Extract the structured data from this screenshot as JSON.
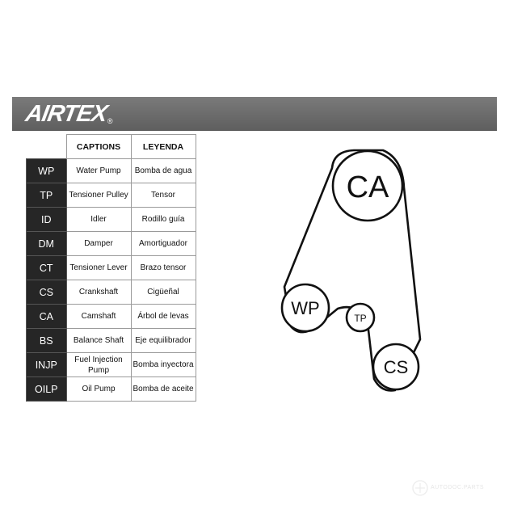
{
  "brand": {
    "name": "AIRTEX",
    "registered": "®"
  },
  "table": {
    "headers": {
      "captions": "CAPTIONS",
      "leyenda": "LEYENDA"
    },
    "rows": [
      {
        "code": "WP",
        "caption": "Water Pump",
        "leyenda": "Bomba de agua"
      },
      {
        "code": "TP",
        "caption": "Tensioner Pulley",
        "leyenda": "Tensor"
      },
      {
        "code": "ID",
        "caption": "Idler",
        "leyenda": "Rodillo guía"
      },
      {
        "code": "DM",
        "caption": "Damper",
        "leyenda": "Amortiguador"
      },
      {
        "code": "CT",
        "caption": "Tensioner Lever",
        "leyenda": "Brazo tensor"
      },
      {
        "code": "CS",
        "caption": "Crankshaft",
        "leyenda": "Cigüeñal"
      },
      {
        "code": "CA",
        "caption": "Camshaft",
        "leyenda": "Árbol de levas"
      },
      {
        "code": "BS",
        "caption": "Balance Shaft",
        "leyenda": "Eje equilibrador"
      },
      {
        "code": "INJP",
        "caption": "Fuel Injection Pump",
        "leyenda": "Bomba inyectora"
      },
      {
        "code": "OILP",
        "caption": "Oil Pump",
        "leyenda": "Bomba de aceite"
      }
    ]
  },
  "diagram": {
    "pulleys": {
      "ca": "CA",
      "wp": "WP",
      "tp": "TP",
      "cs": "CS"
    }
  },
  "watermark": "AUTODOC.PARTS",
  "colors": {
    "banner": "#6b6b6b",
    "code_cell": "#262626",
    "belt": "#111111"
  }
}
